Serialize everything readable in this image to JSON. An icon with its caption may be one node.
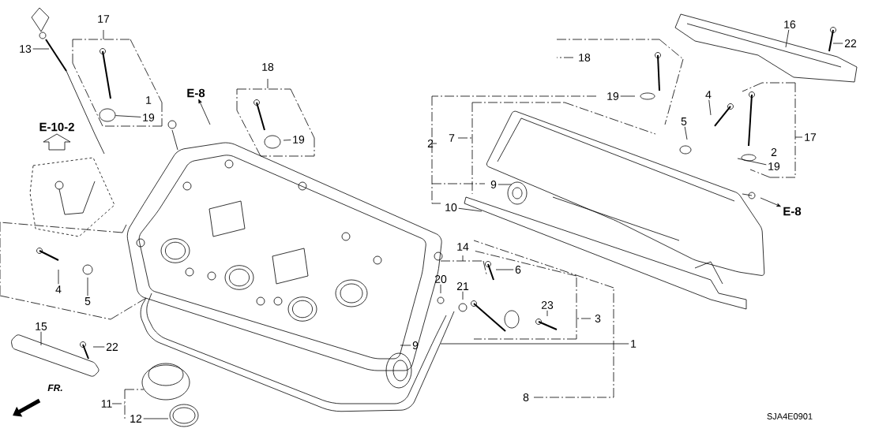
{
  "diagram": {
    "nodes": [
      {
        "text": [
          "13"
        ]
      },
      {
        "text": [
          "17"
        ]
      },
      {
        "text": [
          "1"
        ]
      },
      {
        "text": [
          "19"
        ]
      },
      {
        "text": [
          "E-8"
        ]
      },
      {
        "text": [
          "E-10-2"
        ]
      },
      {
        "text": [
          "18"
        ]
      },
      {
        "text": [
          "19"
        ]
      },
      {
        "text": [
          "2"
        ]
      },
      {
        "text": [
          "7"
        ]
      },
      {
        "text": [
          "9"
        ]
      },
      {
        "text": [
          "10"
        ]
      },
      {
        "text": [
          "18"
        ]
      },
      {
        "text": [
          "19"
        ]
      },
      {
        "text": [
          "4"
        ]
      },
      {
        "text": [
          "5"
        ]
      },
      {
        "text": [
          "16"
        ]
      },
      {
        "text": [
          "22"
        ]
      },
      {
        "text": [
          "17"
        ]
      },
      {
        "text": [
          "2"
        ]
      },
      {
        "text": [
          "19"
        ]
      },
      {
        "text": [
          "E-8"
        ]
      },
      {
        "text": [
          "4"
        ]
      },
      {
        "text": [
          "5"
        ]
      },
      {
        "text": [
          "15"
        ]
      },
      {
        "text": [
          "22"
        ]
      },
      {
        "text": [
          "14"
        ]
      },
      {
        "text": [
          "6"
        ]
      },
      {
        "text": [
          "20"
        ]
      },
      {
        "text": [
          "21"
        ]
      },
      {
        "text": [
          "23"
        ]
      },
      {
        "text": [
          "3"
        ]
      },
      {
        "text": [
          "9"
        ]
      },
      {
        "text": [
          "1"
        ]
      },
      {
        "text": [
          "11"
        ]
      },
      {
        "text": [
          "12"
        ]
      },
      {
        "text": [
          "8"
        ]
      },
      {
        "text": [],
        "shape": "circle"
      }
    ],
    "edges": [
      {
        "from": 0,
        "to": null,
        "arrow": "none"
      },
      {
        "from": 3,
        "to": 37,
        "arrow": "none"
      },
      {
        "from": null,
        "to": 4,
        "arrow": "to"
      },
      {
        "from": 7,
        "to": null,
        "arrow": "none"
      },
      {
        "from": 10,
        "to": null,
        "arrow": "none"
      },
      {
        "from": 11,
        "to": null,
        "arrow": "none"
      },
      {
        "from": 13,
        "to": null,
        "arrow": "none"
      },
      {
        "from": 14,
        "to": null,
        "arrow": "none"
      },
      {
        "from": 15,
        "to": null,
        "arrow": "none"
      },
      {
        "from": 16,
        "to": null,
        "arrow": "none"
      },
      {
        "from": 17,
        "to": null,
        "arrow": "none"
      },
      {
        "from": 20,
        "to": null,
        "arrow": "none"
      },
      {
        "from": null,
        "to": 21,
        "arrow": "to"
      },
      {
        "from": 22,
        "to": null,
        "arrow": "none"
      },
      {
        "from": 23,
        "to": null,
        "arrow": "none"
      },
      {
        "from": 24,
        "to": null,
        "arrow": "none"
      },
      {
        "from": 25,
        "to": null,
        "arrow": "none"
      },
      {
        "from": 27,
        "to": null,
        "arrow": "none"
      },
      {
        "from": 28,
        "to": null,
        "arrow": "none"
      },
      {
        "from": 29,
        "to": null,
        "arrow": "none"
      },
      {
        "from": 30,
        "to": null,
        "arrow": "none"
      },
      {
        "from": 32,
        "to": null,
        "arrow": "none"
      },
      {
        "from": 33,
        "to": null,
        "arrow": "none"
      },
      {
        "from": 35,
        "to": null,
        "arrow": "none"
      }
    ],
    "labels": [
      "FR.",
      "SJA4E0901"
    ]
  }
}
